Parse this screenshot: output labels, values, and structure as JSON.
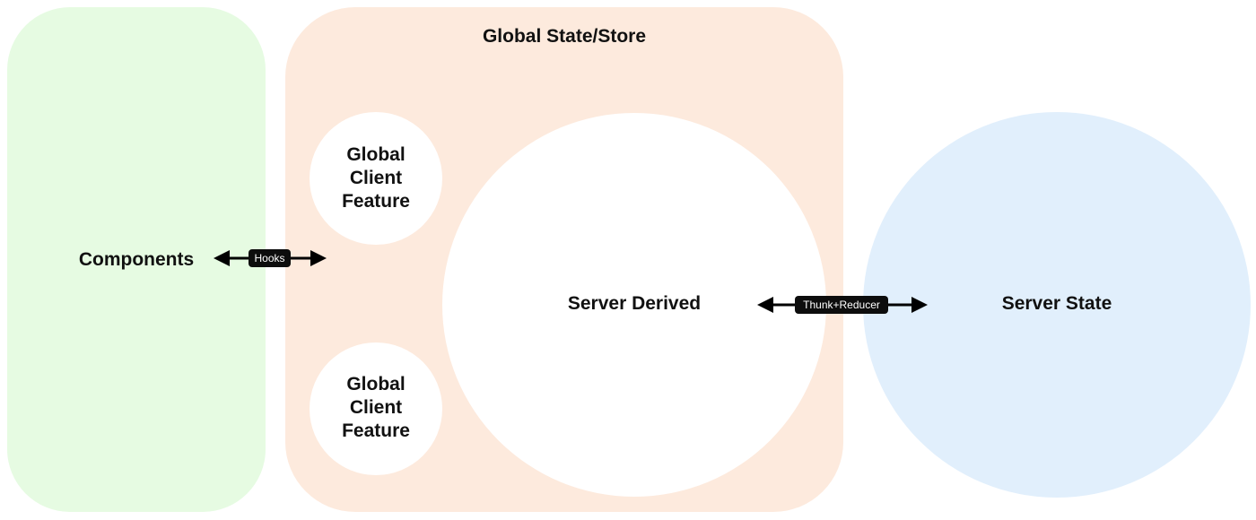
{
  "colors": {
    "components_fill": "#e6fbe2",
    "store_fill": "#fdeadd",
    "feature_fill": "#ffffff",
    "server_state_fill": "#e1effc",
    "arrow": "#000000"
  },
  "regions": {
    "components": {
      "label": "Components"
    },
    "store": {
      "title": "Global State/Store"
    },
    "features": [
      {
        "label": "Global\nClient\nFeature"
      },
      {
        "label": "Global\nClient\nFeature"
      }
    ],
    "server_derived": {
      "label": "Server Derived"
    },
    "server_state": {
      "label": "Server State"
    }
  },
  "connections": [
    {
      "from": "Components",
      "to": "Global State/Store",
      "label": "Hooks",
      "direction": "bidirectional"
    },
    {
      "from": "Server Derived",
      "to": "Server State",
      "label": "Thunk+Reducer",
      "direction": "bidirectional"
    }
  ]
}
